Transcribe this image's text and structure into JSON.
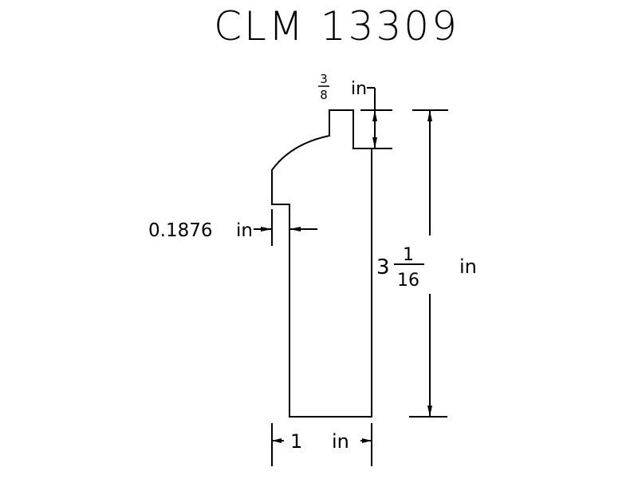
{
  "title": "CLM 13309",
  "dimensions": {
    "top_step_numerator": "3",
    "top_step_denominator": "8",
    "top_step_unit": "in",
    "thickness_value": "0.1876",
    "thickness_unit": "in",
    "height_whole": "3",
    "height_numerator": "1",
    "height_denominator": "16",
    "height_unit": "in",
    "width_value": "1",
    "width_unit": "in"
  }
}
